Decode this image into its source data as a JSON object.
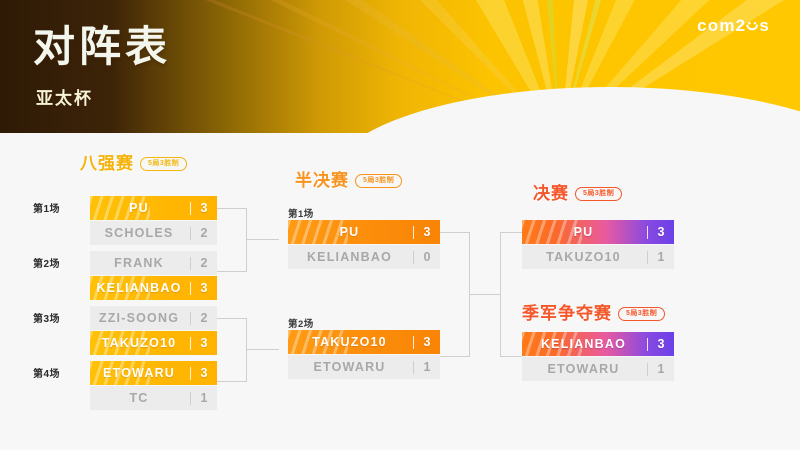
{
  "header": {
    "title": "对阵表",
    "subtitle": "亚太杯",
    "logo_text_left": "com2",
    "logo_text_right": "s",
    "logo_icon": "smiley-u-icon",
    "brand_yellow": "#ffc800",
    "brand_dark": "#2e1a06"
  },
  "sections": {
    "quarterfinal": {
      "title": "八强赛",
      "badge": "5局3胜制",
      "color": "#f5b30a"
    },
    "semifinal": {
      "title": "半决赛",
      "badge": "5局3胜制",
      "color": "#f7931e"
    },
    "final": {
      "title": "决赛",
      "badge": "5局3胜制",
      "color": "#f4572a"
    },
    "third_place": {
      "title": "季军争夺赛",
      "badge": "5局3胜制",
      "color": "#f4572a"
    }
  },
  "quarterfinals": [
    {
      "label": "第1场",
      "top": {
        "name": "PU",
        "score": "3",
        "winner": true
      },
      "bottom": {
        "name": "SCHOLES",
        "score": "2",
        "winner": false
      }
    },
    {
      "label": "第2场",
      "top": {
        "name": "FRANK",
        "score": "2",
        "winner": false
      },
      "bottom": {
        "name": "KELIANBAO",
        "score": "3",
        "winner": true
      }
    },
    {
      "label": "第3场",
      "top": {
        "name": "ZZI-SOONG",
        "score": "2",
        "winner": false
      },
      "bottom": {
        "name": "TAKUZO10",
        "score": "3",
        "winner": true
      }
    },
    {
      "label": "第4场",
      "top": {
        "name": "ETOWARU",
        "score": "3",
        "winner": true
      },
      "bottom": {
        "name": "TC",
        "score": "1",
        "winner": false
      }
    }
  ],
  "semifinals": [
    {
      "label": "第1场",
      "top": {
        "name": "PU",
        "score": "3",
        "winner": true
      },
      "bottom": {
        "name": "KELIANBAO",
        "score": "0",
        "winner": false
      }
    },
    {
      "label": "第2场",
      "top": {
        "name": "TAKUZO10",
        "score": "3",
        "winner": true
      },
      "bottom": {
        "name": "ETOWARU",
        "score": "1",
        "winner": false
      }
    }
  ],
  "final": {
    "top": {
      "name": "PU",
      "score": "3",
      "winner": true
    },
    "bottom": {
      "name": "TAKUZO10",
      "score": "1",
      "winner": false
    }
  },
  "third_place": {
    "top": {
      "name": "KELIANBAO",
      "score": "3",
      "winner": true
    },
    "bottom": {
      "name": "ETOWARU",
      "score": "1",
      "winner": false
    }
  }
}
